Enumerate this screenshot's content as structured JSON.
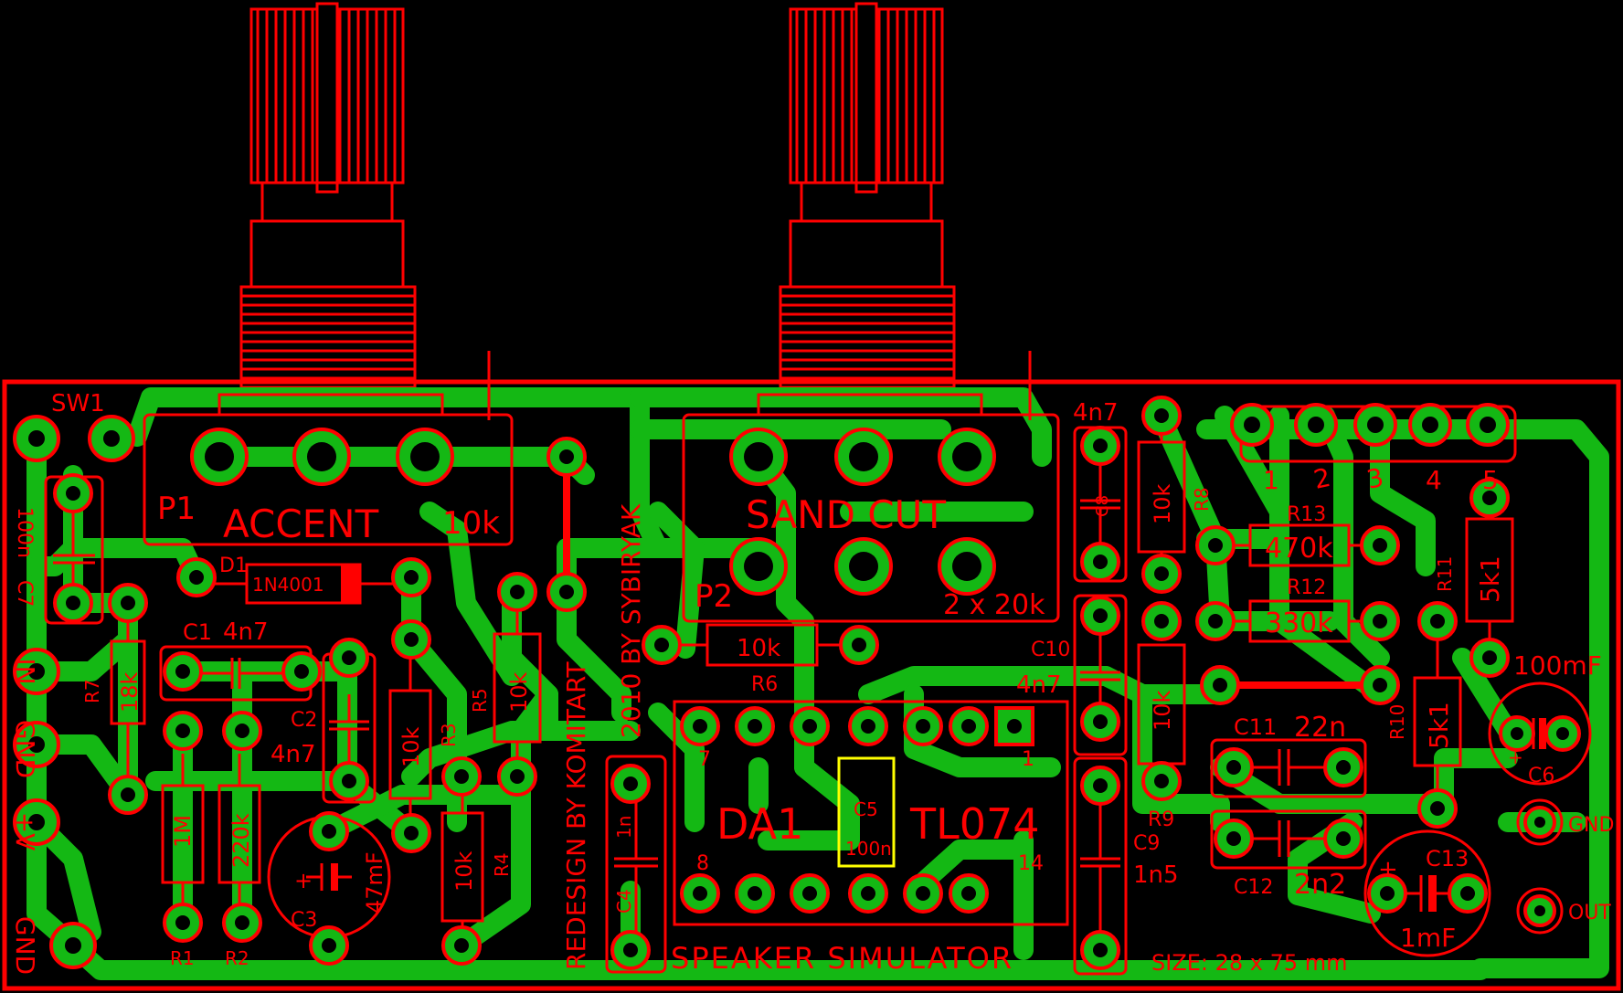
{
  "board": {
    "project_title": "SPEAKER SIMULATOR",
    "size_note": "SIZE: 28 x 75 mm",
    "credit_redesign": "REDESIGN BY KOMITART",
    "credit_year": "2010 BY SYBIRYAK",
    "colors": {
      "background": "#000000",
      "silkscreen": "#ff0000",
      "copper": "#14b814",
      "highlight": "#ffff00"
    }
  },
  "edge_labels": {
    "in": "IN",
    "gnd_top": "GND",
    "vplus": "+V",
    "gnd_bottom": "GND",
    "sw1": "SW1"
  },
  "right_pads": {
    "gnd": "GND",
    "out": "OUT"
  },
  "header_pins": [
    "1",
    "2",
    "3",
    "4",
    "5"
  ],
  "pots": {
    "p1": {
      "ref": "P1",
      "name": "ACCENT",
      "value": "10k"
    },
    "p2": {
      "ref": "P2",
      "name": "SAND CUT",
      "value": "2 x 20k"
    }
  },
  "ic": {
    "ref": "DA1",
    "part": "TL074",
    "pin7": "7",
    "pin1": "1",
    "pin8": "8",
    "pin14": "14"
  },
  "components": {
    "d1": {
      "ref": "D1",
      "value": "1N4001"
    },
    "c1": {
      "ref": "C1",
      "value": "4n7"
    },
    "c2": {
      "ref": "C2",
      "value": "4n7"
    },
    "c3": {
      "ref": "C3",
      "value": "47mF"
    },
    "c4": {
      "ref": "C4",
      "value": "1n"
    },
    "c5": {
      "ref": "C5",
      "value": "100n"
    },
    "c6": {
      "ref": "C6",
      "value": "100mF"
    },
    "c7": {
      "ref": "C7",
      "value": "100n"
    },
    "c8": {
      "ref": "C8",
      "value": "4n7"
    },
    "c9": {
      "ref": "C9",
      "value": "1n5"
    },
    "c10": {
      "ref": "C10",
      "value": "4n7"
    },
    "c11": {
      "ref": "C11",
      "value": "22n"
    },
    "c12": {
      "ref": "C12",
      "value": "2n2"
    },
    "c13": {
      "ref": "C13",
      "value": "1mF"
    },
    "r1": {
      "ref": "R1",
      "value": "1M"
    },
    "r2": {
      "ref": "R2",
      "value": "220k"
    },
    "r3": {
      "ref": "R3",
      "value": "10k"
    },
    "r4": {
      "ref": "R4",
      "value": "10k"
    },
    "r5": {
      "ref": "R5",
      "value": "10k"
    },
    "r6": {
      "ref": "R6",
      "value": "10k"
    },
    "r7": {
      "ref": "R7",
      "value": "18k"
    },
    "r8": {
      "ref": "R8",
      "value": "10k"
    },
    "r9": {
      "ref": "R9",
      "value": "10k"
    },
    "r10": {
      "ref": "R10",
      "value": "5k1"
    },
    "r11": {
      "ref": "R11",
      "value": "5k1"
    },
    "r12": {
      "ref": "R12",
      "value": "330k"
    },
    "r13": {
      "ref": "R13",
      "value": "470k"
    }
  }
}
